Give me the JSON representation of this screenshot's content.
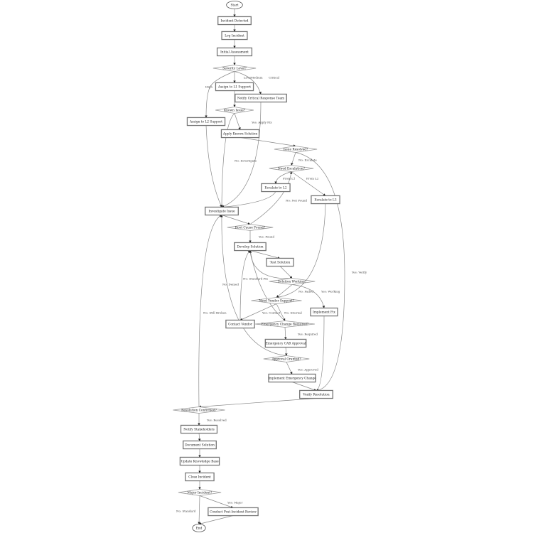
{
  "title": "Incident Management Flowchart",
  "nodes": {
    "start": "Start",
    "detected": "Incident Detected",
    "log": "Log Incident",
    "assess": "Initial Assessment",
    "severity": "Severity Level?",
    "l1": "Assign to L1 Support",
    "critical": "Notify Critical Response Team",
    "l2": "Assign to L2 Support",
    "known": "Known Issue?",
    "applyKnown": "Apply Known Solution",
    "resolved": "Issue Resolved?",
    "needEsc": "Need Escalation?",
    "escL2": "Escalate to L2",
    "escL3": "Escalate to L3",
    "investigate": "Investigate Issue",
    "root": "Root Cause Found?",
    "develop": "Develop Solution",
    "test": "Test Solution",
    "working": "Solution Working?",
    "vendor": "Need Vendor Support?",
    "implementFix": "Implement Fix",
    "contactVendor": "Contact Vendor",
    "emergency": "Emergency Change Required?",
    "cab": "Emergency CAB Approval",
    "approval": "Approval Granted?",
    "implEmerg": "Implement Emergency Change",
    "verify": "Verify Resolution",
    "confirmed": "Resolution Confirmed?",
    "stakeholders": "Notify Stakeholders",
    "document": "Document Solution",
    "kb": "Update Knowledge Base",
    "close": "Close Incident",
    "major": "Major Incident?",
    "pir": "Conduct Post-Incident Review",
    "end": "End"
  },
  "edges": [
    {
      "from": "start",
      "to": "detected",
      "label": ""
    },
    {
      "from": "detected",
      "to": "log",
      "label": ""
    },
    {
      "from": "log",
      "to": "assess",
      "label": ""
    },
    {
      "from": "assess",
      "to": "severity",
      "label": ""
    },
    {
      "from": "severity",
      "to": "l2",
      "label": "High"
    },
    {
      "from": "severity",
      "to": "l1",
      "label": "Low/Medium"
    },
    {
      "from": "severity",
      "to": "critical",
      "label": "Critical"
    },
    {
      "from": "l1",
      "to": "known",
      "label": ""
    },
    {
      "from": "critical",
      "to": "investigate",
      "label": ""
    },
    {
      "from": "l2",
      "to": "investigate",
      "label": ""
    },
    {
      "from": "known",
      "to": "applyKnown",
      "label": "Yes: Apply Fix"
    },
    {
      "from": "known",
      "to": "investigate",
      "label": "No: Investigate"
    },
    {
      "from": "applyKnown",
      "to": "resolved",
      "label": ""
    },
    {
      "from": "resolved",
      "to": "needEsc",
      "label": "No: Escalate"
    },
    {
      "from": "resolved",
      "to": "verify",
      "label": "Yes: Verify"
    },
    {
      "from": "needEsc",
      "to": "escL2",
      "label": "From L1"
    },
    {
      "from": "needEsc",
      "to": "escL3",
      "label": "From L2"
    },
    {
      "from": "escL2",
      "to": "investigate",
      "label": ""
    },
    {
      "from": "escL3",
      "to": "vendor",
      "label": ""
    },
    {
      "from": "investigate",
      "to": "root",
      "label": ""
    },
    {
      "from": "root",
      "to": "needEsc",
      "label": "No: Not Found"
    },
    {
      "from": "root",
      "to": "develop",
      "label": "Yes: Found"
    },
    {
      "from": "develop",
      "to": "test",
      "label": ""
    },
    {
      "from": "test",
      "to": "working",
      "label": ""
    },
    {
      "from": "working",
      "to": "develop",
      "label": "No: Standard Fix"
    },
    {
      "from": "working",
      "to": "vendor",
      "label": "No: Failed"
    },
    {
      "from": "working",
      "to": "implementFix",
      "label": "Yes: Working"
    },
    {
      "from": "vendor",
      "to": "contactVendor",
      "label": "Yes: Contact"
    },
    {
      "from": "vendor",
      "to": "emergency",
      "label": "No: Internal"
    },
    {
      "from": "contactVendor",
      "to": "develop",
      "label": ""
    },
    {
      "from": "emergency",
      "to": "develop",
      "label": ""
    },
    {
      "from": "emergency",
      "to": "cab",
      "label": "Yes: Required"
    },
    {
      "from": "cab",
      "to": "approval",
      "label": ""
    },
    {
      "from": "approval",
      "to": "investigate",
      "label": "No: Denied"
    },
    {
      "from": "approval",
      "to": "implEmerg",
      "label": "Yes: Approved"
    },
    {
      "from": "implEmerg",
      "to": "verify",
      "label": ""
    },
    {
      "from": "implementFix",
      "to": "verify",
      "label": ""
    },
    {
      "from": "verify",
      "to": "confirmed",
      "label": ""
    },
    {
      "from": "confirmed",
      "to": "investigate",
      "label": "No: Still Broken"
    },
    {
      "from": "confirmed",
      "to": "stakeholders",
      "label": "Yes: Resolved"
    },
    {
      "from": "stakeholders",
      "to": "document",
      "label": ""
    },
    {
      "from": "document",
      "to": "kb",
      "label": ""
    },
    {
      "from": "kb",
      "to": "close",
      "label": ""
    },
    {
      "from": "close",
      "to": "major",
      "label": ""
    },
    {
      "from": "major",
      "to": "end",
      "label": "No: Standard"
    },
    {
      "from": "major",
      "to": "pir",
      "label": "Yes: Major"
    },
    {
      "from": "pir",
      "to": "end",
      "label": ""
    }
  ]
}
